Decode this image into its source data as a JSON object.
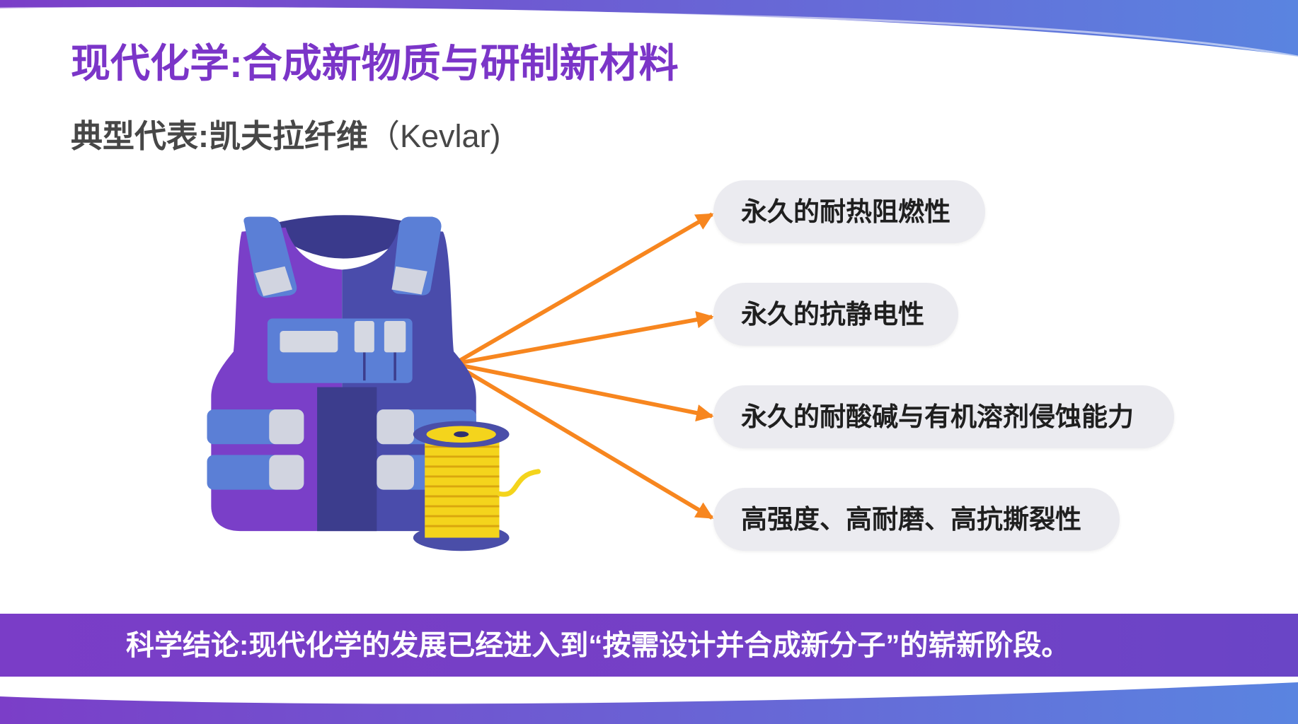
{
  "slide": {
    "title": "现代化学:合成新物质与研制新材料",
    "subtitle_cn": "典型代表:凯夫拉纤维",
    "subtitle_en": "（Kevlar)"
  },
  "illustration": {
    "main_icon": "bulletproof-vest-icon",
    "secondary_icon": "thread-spool-icon"
  },
  "properties": [
    {
      "label": "永久的耐热阻燃性"
    },
    {
      "label": "永久的抗静电性"
    },
    {
      "label": "永久的耐酸碱与有机溶剂侵蚀能力"
    },
    {
      "label": "高强度、高耐磨、高抗撕裂性"
    }
  ],
  "conclusion": "科学结论:现代化学的发展已经进入到“按需设计并合成新分子”的崭新阶段。",
  "colors": {
    "title": "#7b35c8",
    "arrow": "#f7861f",
    "banner": "#7a3dc7",
    "pill": "#ebebf0",
    "vest_purple": "#7a3fc8",
    "vest_navy": "#4a4cab",
    "spool_yellow": "#f4d41c"
  }
}
